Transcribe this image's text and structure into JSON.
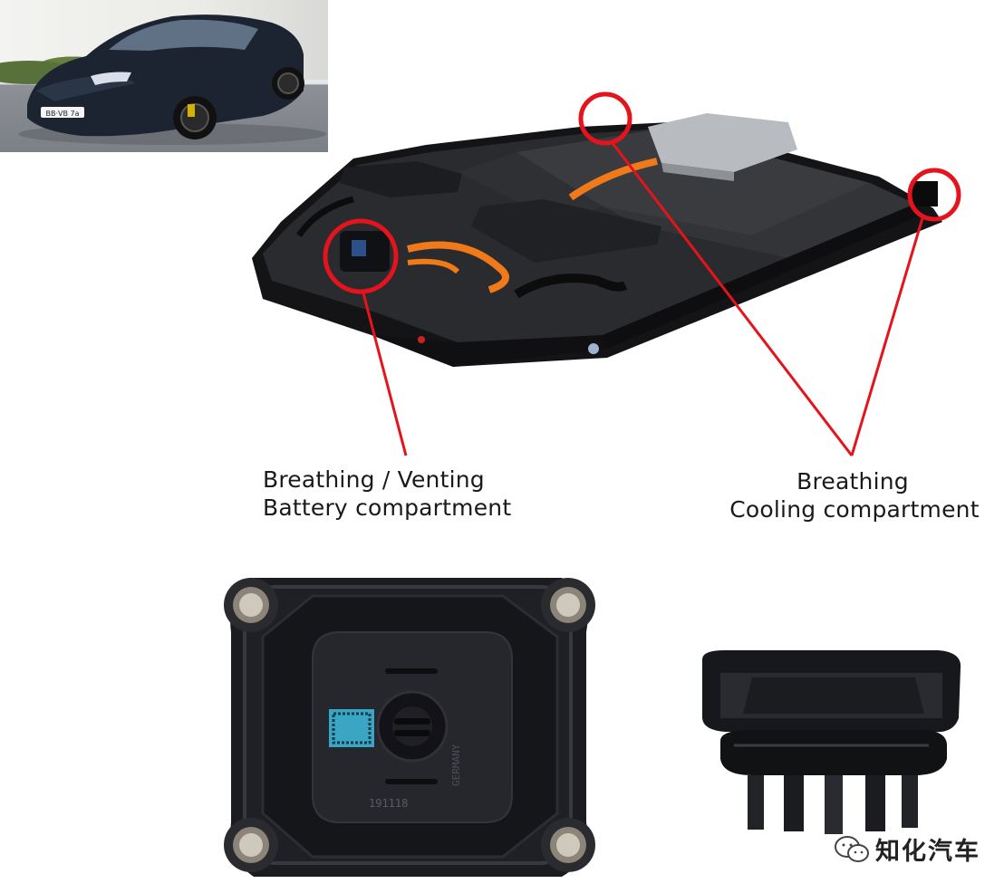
{
  "annotations": {
    "battery_label_line1": "Breathing / Venting",
    "battery_label_line2": "Battery compartment",
    "cooling_label_line1": "Breathing",
    "cooling_label_line2": "Cooling compartment"
  },
  "car_photo": {
    "plate_text": "BB·VB 7a"
  },
  "vent_front": {
    "marking_line1": "191118",
    "marking_line2": "GERMANY"
  },
  "watermark": {
    "text": "知化汽车"
  },
  "colors": {
    "highlight": "#e5131b",
    "battery_case": "#1c1c1e",
    "cable_orange": "#f07a1a"
  }
}
